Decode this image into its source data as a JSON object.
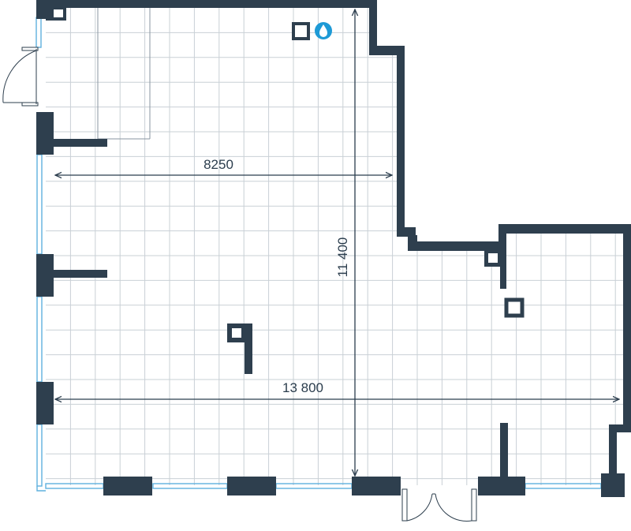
{
  "plan": {
    "colors": {
      "wall": "#2e3f4e",
      "grid": "#c9d0d6",
      "window": "#5fb0de",
      "dimension": "#2b3d4d",
      "accent": "#1e9ad6",
      "background": "#ffffff"
    },
    "icons": {
      "utility": "square-outline-icon",
      "water": "water-drop-icon",
      "column": "square-outline-icon"
    },
    "dimensions": {
      "width_main": "8250",
      "height_main": "11 400",
      "width_total": "13 800"
    }
  }
}
